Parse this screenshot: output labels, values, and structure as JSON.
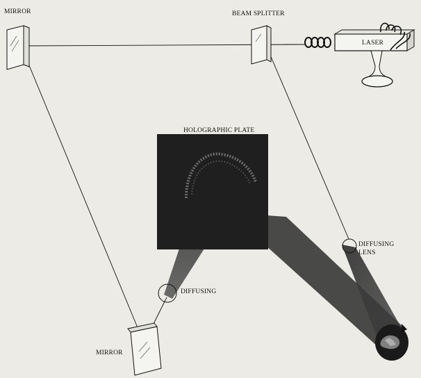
{
  "labels": {
    "mirror_top": "MIRROR",
    "beam_splitter": "BEAM SPLITTER",
    "laser": "LASER",
    "holographic_plate": "HOLOGRAPHIC PLATE",
    "diffusing_lens_line1": "DIFFUSING",
    "diffusing_lens_line2": "LENS",
    "diffusing_left": "DIFFUSING",
    "mirror_bottom": "MIRROR"
  },
  "icons": {
    "mirror_top": "mirror-icon",
    "beam_splitter": "beam-splitter-icon",
    "laser": "laser-icon",
    "holographic_plate": "holographic-plate-icon",
    "diffusing_lens": "lens-icon",
    "diffusing_left": "lens-icon",
    "mirror_bottom": "mirror-icon",
    "object": "object-icon"
  },
  "colors": {
    "background": "#ecebe6",
    "ink": "#111111",
    "plate": "#1e1e1e",
    "beam_shadow": "#3a3a3a"
  }
}
